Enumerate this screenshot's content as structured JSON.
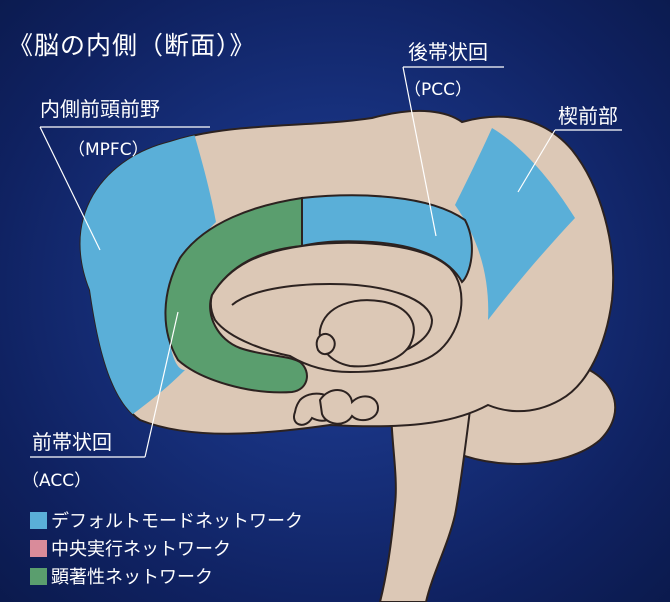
{
  "title": "《脳の内側（断面）》",
  "regions": {
    "mpfc": {
      "name": "内側前頭前野",
      "abbr": "（MPFC）"
    },
    "pcc": {
      "name": "後帯状回",
      "abbr": "（PCC）"
    },
    "precuneus": {
      "name": "楔前部"
    },
    "acc": {
      "name": "前帯状回",
      "abbr": "（ACC）"
    }
  },
  "legend": [
    {
      "label": "デフォルトモードネットワーク",
      "color": "#5aafd8"
    },
    {
      "label": "中央実行ネットワーク",
      "color": "#d98b9a"
    },
    {
      "label": "顕著性ネットワーク",
      "color": "#5a9e6e"
    }
  ],
  "colors": {
    "tissue": "#dcc8b6",
    "outline": "#2c2220",
    "default_mode": "#5aafd8",
    "salience": "#5a9e6e"
  }
}
